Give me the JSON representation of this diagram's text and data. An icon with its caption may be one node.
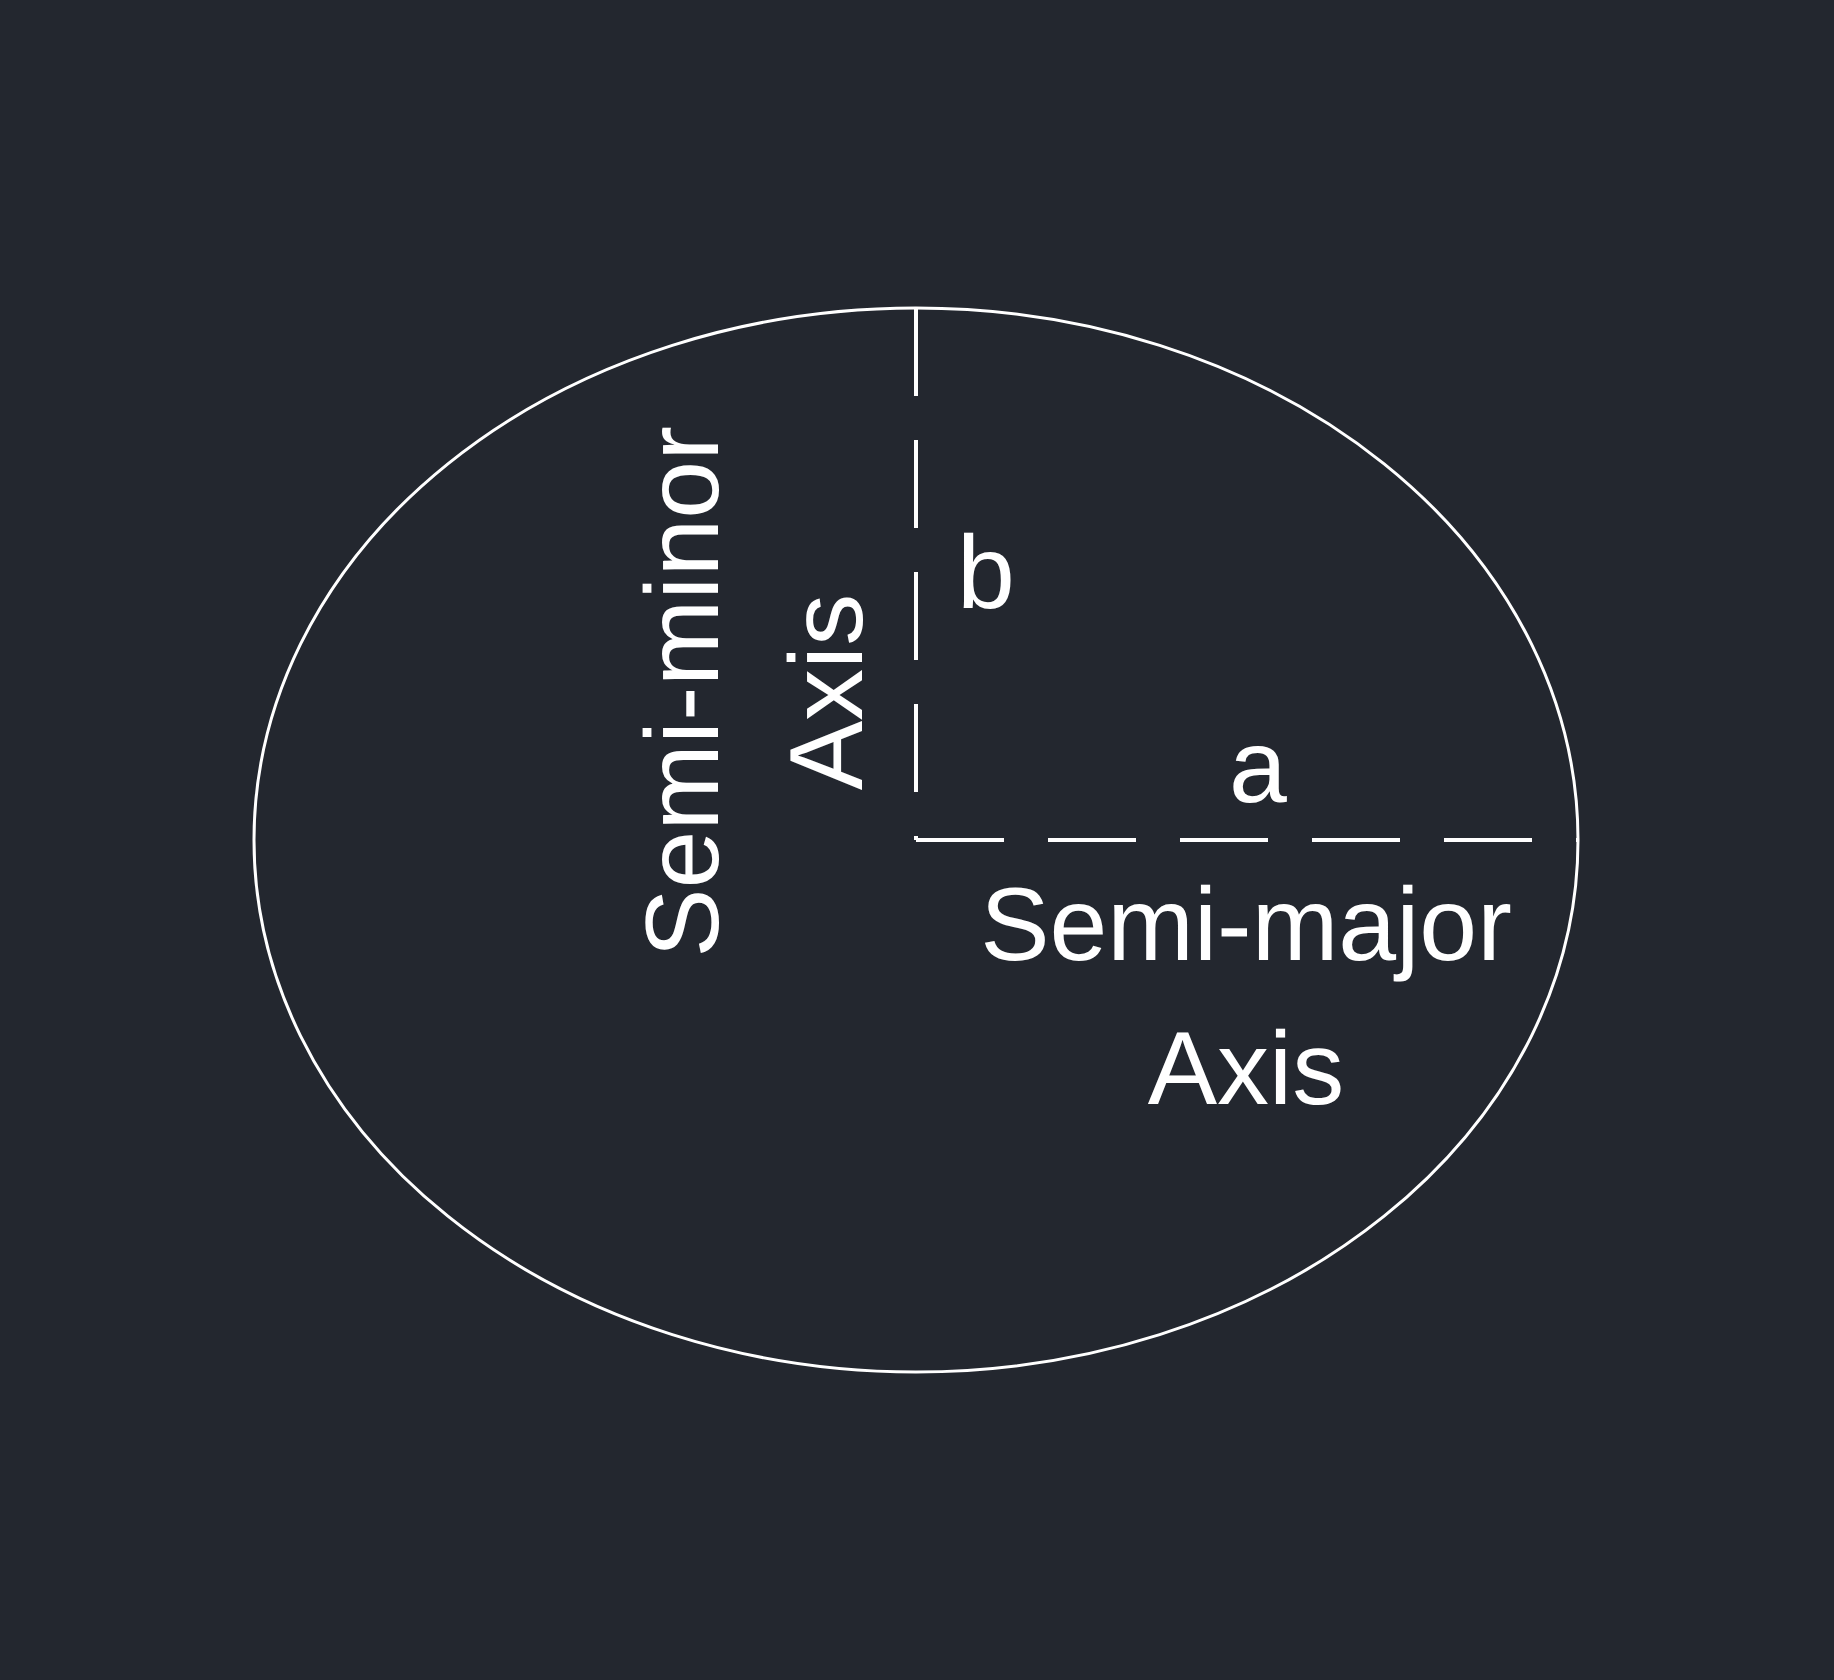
{
  "diagram": {
    "labels": [
      "Semi-minor Axis",
      "b",
      "a",
      "Semi-major Axis"
    ]
  }
}
